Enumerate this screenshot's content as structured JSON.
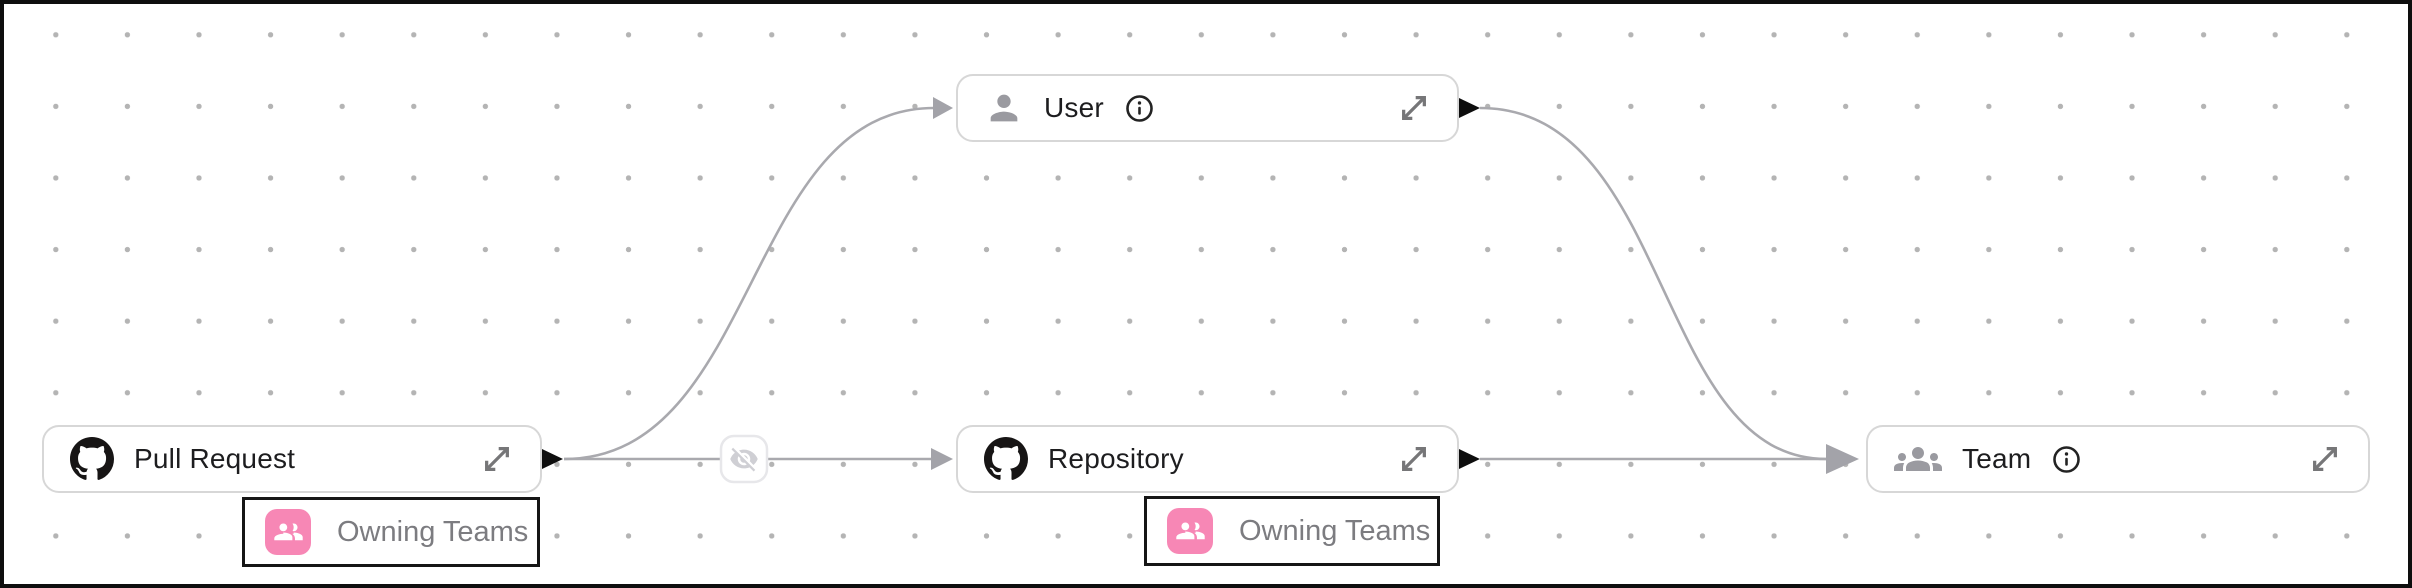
{
  "app": {
    "view": "entity-graph-canvas"
  },
  "nodes": {
    "pull_request": {
      "label": "Pull Request",
      "icon": "github-icon",
      "has_info": false
    },
    "user": {
      "label": "User",
      "icon": "person-icon",
      "has_info": true
    },
    "repository": {
      "label": "Repository",
      "icon": "github-icon",
      "has_info": false
    },
    "team": {
      "label": "Team",
      "icon": "groups-icon",
      "has_info": true
    }
  },
  "badges": {
    "pull_request_owning_teams": {
      "label": "Owning Teams",
      "icon": "people-icon"
    },
    "repository_owning_teams": {
      "label": "Owning Teams",
      "icon": "people-icon"
    }
  },
  "edges": [
    {
      "from": "pull_request",
      "to": "user"
    },
    {
      "from": "pull_request",
      "to": "repository",
      "badge_icon": "visibility-off-icon"
    },
    {
      "from": "user",
      "to": "team"
    },
    {
      "from": "repository",
      "to": "team"
    }
  ],
  "colors": {
    "accent_pink": "#f787b5",
    "edge": "#a9a9ae",
    "arrowhead": "#a3a3a9",
    "node_border": "#d7d7d7",
    "grid_dot": "#b4b4b4",
    "label_text": "#1d1d1f",
    "muted_text": "#7c7c80",
    "port_handle": "#0e0e0e",
    "canvas_border": "#0e0e0e"
  }
}
